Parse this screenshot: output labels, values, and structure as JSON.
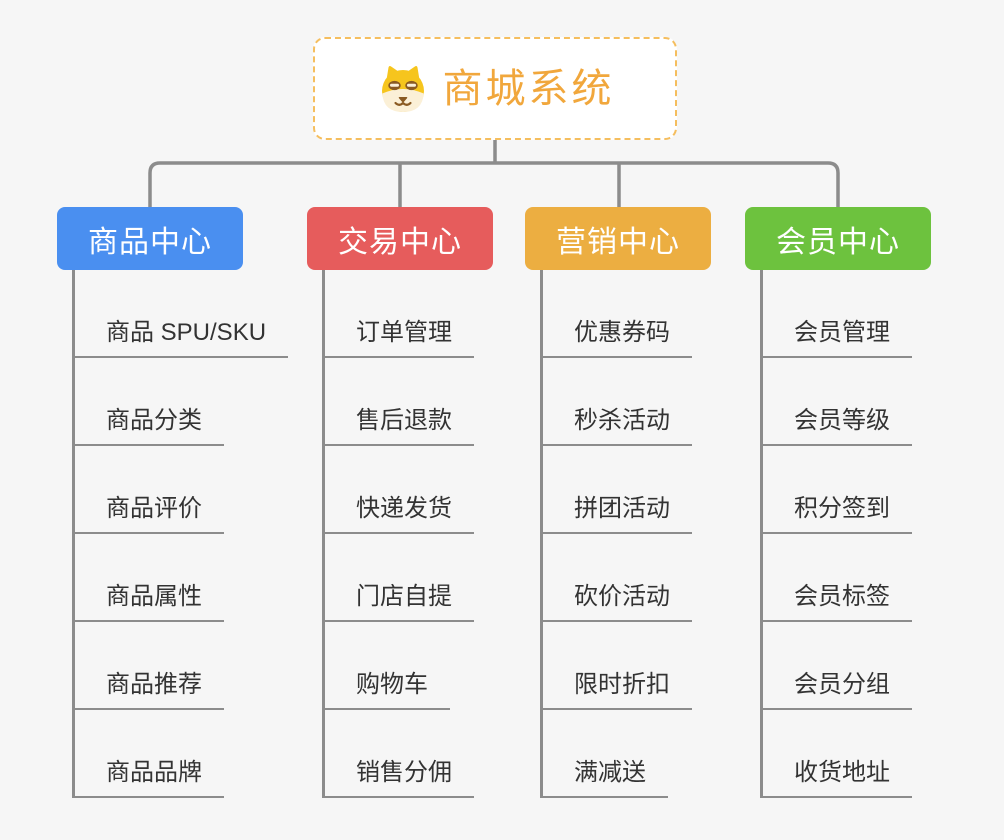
{
  "root": {
    "label": "商城系统",
    "icon": "dog-face-icon",
    "text_color": "#F1A73C",
    "border_color": "#F5BE5E",
    "background": "#FFFFFF"
  },
  "branches": [
    {
      "label": "商品中心",
      "color": "#4A8FF0",
      "children": [
        "商品 SPU/SKU",
        "商品分类",
        "商品评价",
        "商品属性",
        "商品推荐",
        "商品品牌"
      ]
    },
    {
      "label": "交易中心",
      "color": "#E65C5C",
      "children": [
        "订单管理",
        "售后退款",
        "快递发货",
        "门店自提",
        "购物车",
        "销售分佣"
      ]
    },
    {
      "label": "营销中心",
      "color": "#ECAE41",
      "children": [
        "优惠券码",
        "秒杀活动",
        "拼团活动",
        "砍价活动",
        "限时折扣",
        "满减送"
      ]
    },
    {
      "label": "会员中心",
      "color": "#6DC23E",
      "children": [
        "会员管理",
        "会员等级",
        "积分签到",
        "会员标签",
        "会员分组",
        "收货地址"
      ]
    }
  ],
  "canvas": {
    "background": "#F6F6F6",
    "connector_color": "#8C8C8C",
    "leaf_underline_color": "#8C8C8C",
    "leaf_text_color": "#333333"
  }
}
